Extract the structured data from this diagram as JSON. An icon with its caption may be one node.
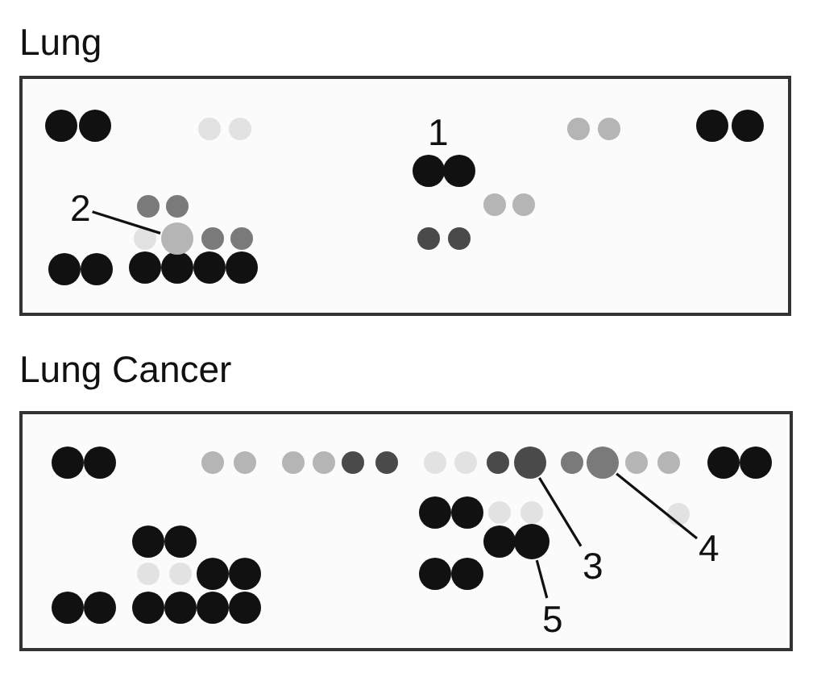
{
  "diagram": {
    "nodes": [
      {
        "text": [
          "Lung"
        ]
      },
      {
        "text": [
          "2"
        ],
        "in": 0
      },
      {
        "text": [],
        "shape": "circle",
        "in": 0
      },
      {
        "text": [
          "Lung Cancer"
        ]
      },
      {
        "text": [
          "3"
        ],
        "in": 3
      },
      {
        "text": [],
        "shape": "circle",
        "in": 3
      },
      {
        "text": [
          "4"
        ],
        "in": 3
      },
      {
        "text": [],
        "shape": "circle",
        "in": 3
      },
      {
        "text": [
          "5"
        ],
        "in": 3
      },
      {
        "text": [],
        "shape": "circle",
        "in": 3
      }
    ],
    "edges": [
      {
        "from": 1,
        "to": 2,
        "arrow": "none"
      },
      {
        "from": 4,
        "to": 5,
        "arrow": "none"
      },
      {
        "from": 6,
        "to": 7,
        "arrow": "none"
      },
      {
        "from": 8,
        "to": 9,
        "arrow": "none"
      }
    ],
    "labels": [
      "1"
    ]
  }
}
